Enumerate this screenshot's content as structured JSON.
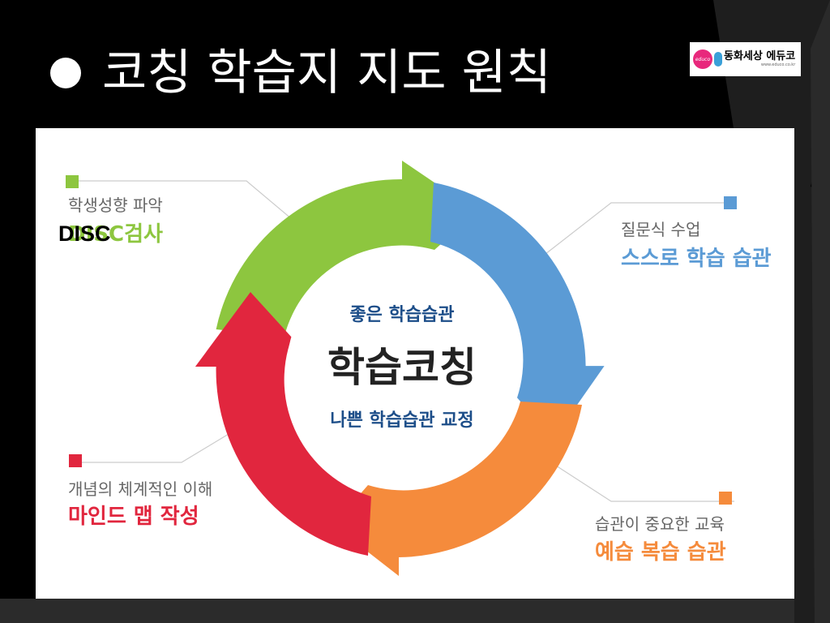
{
  "slide": {
    "title": "코칭 학습지 지도 원칙",
    "logo": {
      "badge": "educo",
      "name": "동화세상 에듀코",
      "url": "www.educo.co.kr"
    },
    "overlay_text": "DISC"
  },
  "cycle": {
    "center_top": "좋은 학습습관",
    "center_main": "학습코칭",
    "center_bottom": "나쁜 학습습관 교정",
    "items": [
      {
        "sub": "학생성향 파악",
        "main": "DISC검사",
        "color": "#8dc63f"
      },
      {
        "sub": "질문식 수업",
        "main": "스스로 학습 습관",
        "color": "#5b9bd5"
      },
      {
        "sub": "습관이 중요한 교육",
        "main": "예습 복습 습관",
        "color": "#f58b3c"
      },
      {
        "sub": "개념의 체계적인 이해",
        "main": "마인드 맵 작성",
        "color": "#e1263e"
      }
    ]
  },
  "colors": {
    "background": "#000000",
    "panel": "#ffffff",
    "stripe": "#1e1e1e"
  }
}
